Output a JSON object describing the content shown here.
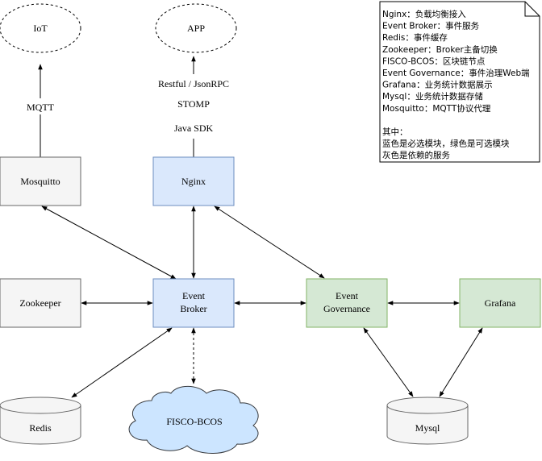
{
  "nodes": {
    "iot": "IoT",
    "app": "APP",
    "mosquitto": "Mosquitto",
    "nginx": "Nginx",
    "zookeeper": "Zookeeper",
    "event_broker_line1": "Event",
    "event_broker_line2": "Broker",
    "event_governance_line1": "Event",
    "event_governance_line2": "Governance",
    "grafana": "Grafana",
    "redis": "Redis",
    "fisco_bcos": "FISCO-BCOS",
    "mysql": "Mysql"
  },
  "edge_labels": {
    "mqtt": "MQTT",
    "restful": "Restful / JsonRPC",
    "stomp": "STOMP",
    "java_sdk": "Java SDK"
  },
  "note": {
    "lines": [
      "Nginx：负载均衡接入",
      "Event Broker：事件服务",
      "Redis：事件缓存",
      "Zookeeper：Broker主备切换",
      "FISCO-BCOS：区块链节点",
      "Event Governance：事件治理Web端",
      "Grafana：业务统计数据展示",
      "Mysql：业务统计数据存储",
      "Mosquitto：MQTT协议代理",
      "",
      "其中：",
      "蓝色是必选模块，绿色是可选模块",
      "灰色是依赖的服务"
    ]
  },
  "colors": {
    "blue_fill": "#dae8fc",
    "blue_stroke": "#6c8ebf",
    "green_fill": "#d5e8d4",
    "green_stroke": "#82b366",
    "gray_fill": "#f5f5f5",
    "gray_stroke": "#666666",
    "cloud_fill": "#cce5ff",
    "cloud_stroke": "#36393d"
  }
}
